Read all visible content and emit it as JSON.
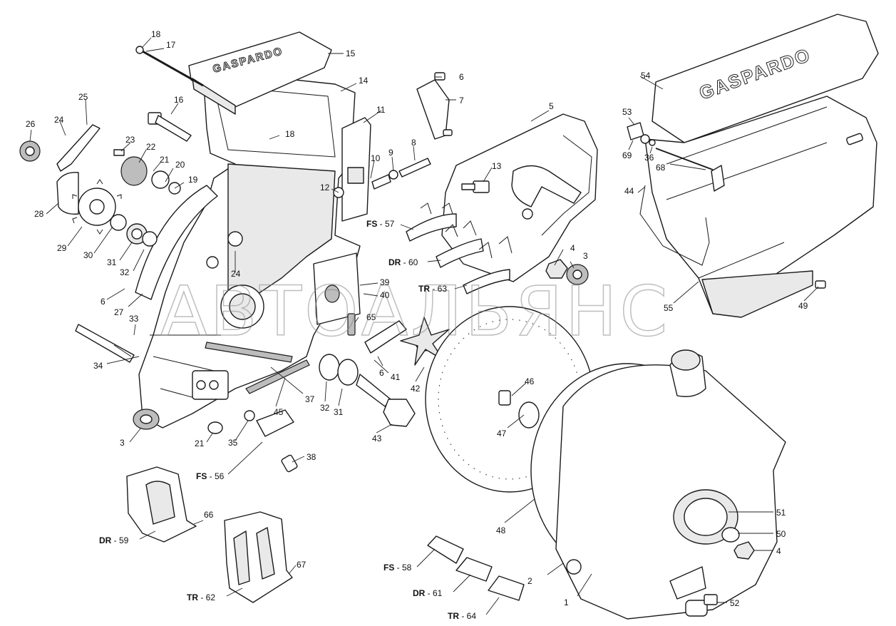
{
  "brand_text": "GASPARDO",
  "watermark_text": "АВТОАЛЬЯНС",
  "callouts": {
    "c18a": "18",
    "c17": "17",
    "c15": "15",
    "c14": "14",
    "c16": "16",
    "c18b": "18",
    "c25": "25",
    "c24a": "24",
    "c26": "26",
    "c23": "23",
    "c22": "22",
    "c21a": "21",
    "c20": "20",
    "c19": "19",
    "c28": "28",
    "c29": "29",
    "c30": "30",
    "c31a": "31",
    "c32a": "32",
    "c24b": "24",
    "c6a": "6",
    "c27": "27",
    "c33": "33",
    "c34": "34",
    "c3a": "3",
    "c21b": "21",
    "c35": "35",
    "c38": "38",
    "c11": "11",
    "c10": "10",
    "c9": "9",
    "c8": "8",
    "c12": "12",
    "c6b": "6",
    "c7": "7",
    "c5": "5",
    "c13": "13",
    "c4a": "4",
    "c3b": "3",
    "c39": "39",
    "c40": "40",
    "c65": "65",
    "c41": "41",
    "c6c": "6",
    "c42": "42",
    "c37": "37",
    "c45": "45",
    "c32b": "32",
    "c31b": "31",
    "c43": "43",
    "c46": "46",
    "c47": "47",
    "c48": "48",
    "c54": "54",
    "c53": "53",
    "c69": "69",
    "c36": "36",
    "c68": "68",
    "c44": "44",
    "c55": "55",
    "c49": "49",
    "c51": "51",
    "c50": "50",
    "c4b": "4",
    "c2": "2",
    "c1": "1",
    "c52": "52",
    "c66": "66",
    "c67": "67"
  },
  "variant_callouts": {
    "fs57": {
      "code": "FS",
      "num": " - 57"
    },
    "dr60": {
      "code": "DR",
      "num": " - 60"
    },
    "tr63": {
      "code": "TR",
      "num": " - 63"
    },
    "fs56": {
      "code": "FS",
      "num": " - 56"
    },
    "dr59": {
      "code": "DR",
      "num": " - 59"
    },
    "tr62": {
      "code": "TR",
      "num": " - 62"
    },
    "fs58": {
      "code": "FS",
      "num": " - 58"
    },
    "dr61": {
      "code": "DR",
      "num": " - 61"
    },
    "tr64": {
      "code": "TR",
      "num": " - 64"
    }
  },
  "colors": {
    "line": "#1a1a1a",
    "watermark": "#8a8a8a",
    "background": "#ffffff"
  }
}
